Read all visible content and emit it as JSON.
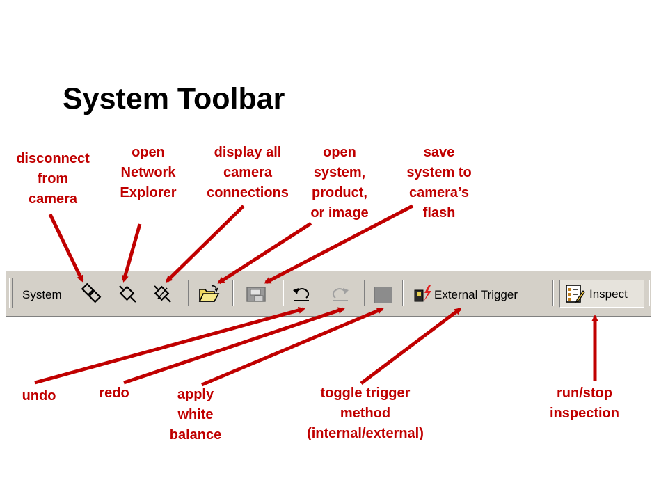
{
  "title": "System Toolbar",
  "labels": {
    "disconnect": [
      "disconnect",
      "from",
      "camera"
    ],
    "network": [
      "open",
      "Network",
      "Explorer"
    ],
    "display": [
      "display all",
      "camera",
      "connections"
    ],
    "open": [
      "open",
      "system,",
      "product,",
      "or image"
    ],
    "save": [
      "save",
      "system to",
      "camera’s",
      "flash"
    ],
    "undo": [
      "undo"
    ],
    "redo": [
      "redo"
    ],
    "white": [
      "apply",
      "white",
      "balance"
    ],
    "trigger": [
      "toggle trigger",
      "method",
      "(internal/external)"
    ],
    "run": [
      "run/stop",
      "inspection"
    ]
  },
  "toolbar": {
    "system_label": "System",
    "trigger_label": "External Trigger",
    "inspect_label": "Inspect"
  },
  "icons": [
    "disconnect-icon",
    "network-explorer-icon",
    "display-connections-icon",
    "open-folder-icon",
    "save-flash-icon",
    "undo-icon",
    "redo-icon",
    "white-balance-icon",
    "trigger-icon",
    "inspect-icon"
  ],
  "colors": {
    "annotation": "#c00000",
    "toolbar": "#d4d0c8"
  }
}
